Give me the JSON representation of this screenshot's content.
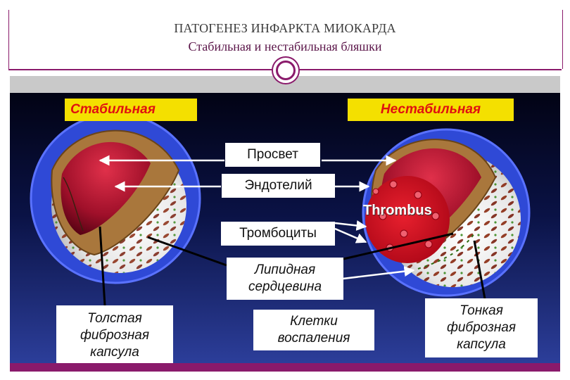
{
  "header": {
    "title": "ПАТОГЕНЕЗ ИНФАРКТА МИОКАРДА",
    "subtitle": "Стабильная и нестабильная бляшки"
  },
  "diagram": {
    "stable_label": "Стабильная",
    "unstable_label": "Нестабильная",
    "thrombus": "Thrombus",
    "labels": {
      "lumen": "Просвет",
      "endothelium": "Эндотелий",
      "platelets": "Тромбоциты",
      "lipid_core": "Липидная\nсердцевина",
      "thick_capsule": "Толстая\nфиброзная\nкапсула",
      "inflammatory_cells": "Клетки\nвоспаления",
      "thin_capsule": "Тонкая\nфиброзная\nкапсула"
    }
  },
  "colors": {
    "accent": "#8a1a6b",
    "label_bg": "#f4e000",
    "label_text": "#e01010",
    "background_top": "#020314",
    "background_bottom": "#2c3e9a"
  }
}
